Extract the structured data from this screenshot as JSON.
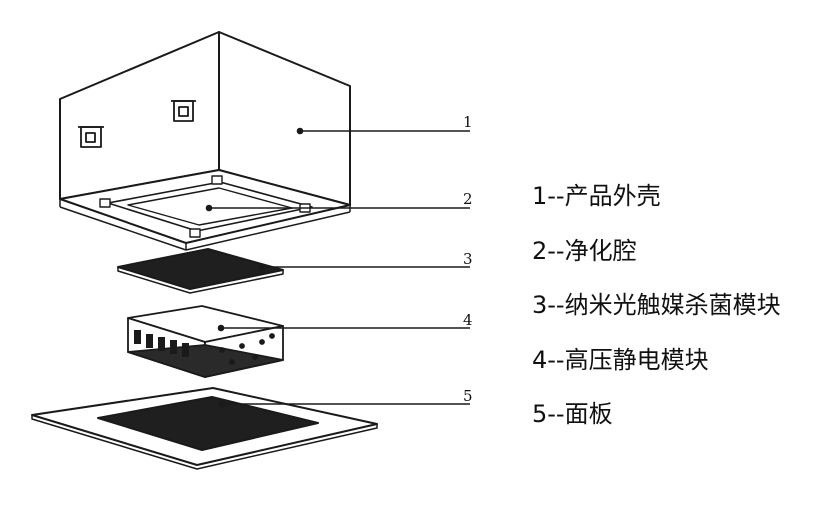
{
  "callouts": [
    "1",
    "2",
    "3",
    "4",
    "5"
  ],
  "legend": [
    "1--产品外壳",
    "2--净化腔",
    "3--纳米光触媒杀菌模块",
    "4--高压静电模块",
    "5--面板"
  ],
  "colors": {
    "line": "#1a1a1a",
    "fill_dark": "#1f1f1f",
    "fill_light": "#ffffff"
  }
}
